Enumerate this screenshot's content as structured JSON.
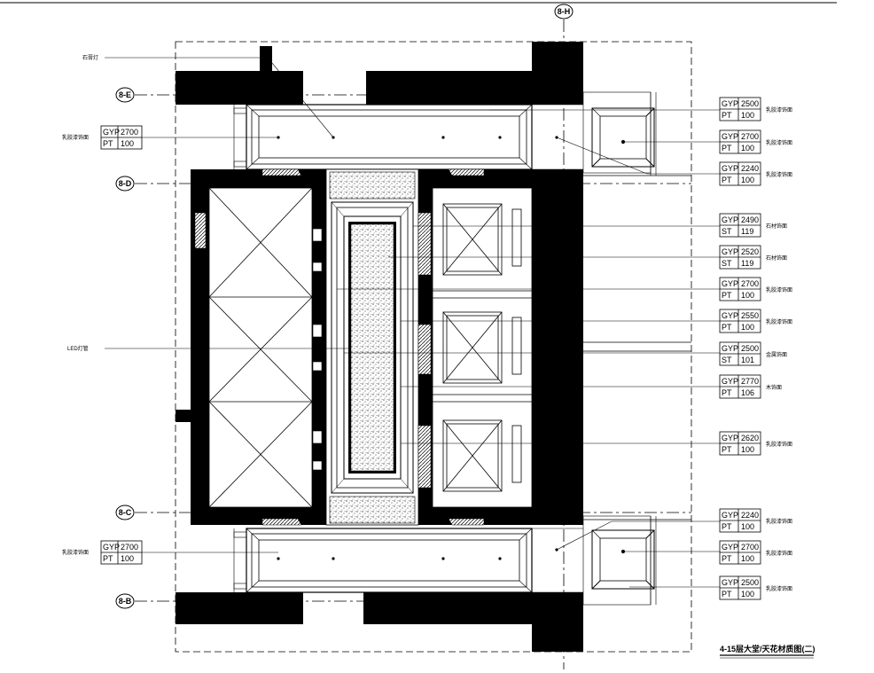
{
  "drawing": {
    "title": "4-15层大堂/天花材质图(二)",
    "grid_top": "8-H",
    "grids_left": [
      {
        "id": "gl-e",
        "label": "8-E"
      },
      {
        "id": "gl-d",
        "label": "8-D"
      },
      {
        "id": "gl-c",
        "label": "8-C"
      },
      {
        "id": "gl-b",
        "label": "8-B"
      }
    ],
    "left_notes": {
      "top": "石膏灯",
      "mid": "LED灯管",
      "upper_tag_note": "乳胶漆饰面",
      "lower_tag_note": "乳胶漆饰面"
    },
    "left_tags": [
      {
        "id": "lt1",
        "code1": "GYP",
        "val1": "2700",
        "code2": "PT",
        "val2": "100"
      },
      {
        "id": "lt2",
        "code1": "GYP",
        "val1": "2700",
        "code2": "PT",
        "val2": "100"
      }
    ],
    "right_tags": [
      {
        "id": "rt1",
        "code1": "GYP",
        "val1": "2500",
        "code2": "PT",
        "val2": "100",
        "note": "乳胶漆饰面"
      },
      {
        "id": "rt2",
        "code1": "GYP",
        "val1": "2700",
        "code2": "PT",
        "val2": "100",
        "note": "乳胶漆饰面"
      },
      {
        "id": "rt3",
        "code1": "GYP",
        "val1": "2240",
        "code2": "PT",
        "val2": "100",
        "note": "乳胶漆饰面"
      },
      {
        "id": "rt4",
        "code1": "GYP",
        "val1": "2490",
        "code2": "ST",
        "val2": "119",
        "note": "石材饰面"
      },
      {
        "id": "rt5",
        "code1": "GYP",
        "val1": "2520",
        "code2": "ST",
        "val2": "119",
        "note": "石材饰面"
      },
      {
        "id": "rt6",
        "code1": "GYP",
        "val1": "2700",
        "code2": "PT",
        "val2": "100",
        "note": "乳胶漆饰面"
      },
      {
        "id": "rt7",
        "code1": "GYP",
        "val1": "2550",
        "code2": "PT",
        "val2": "100",
        "note": "乳胶漆饰面"
      },
      {
        "id": "rt8",
        "code1": "GYP",
        "val1": "2500",
        "code2": "ST",
        "val2": "101",
        "note": "金属饰面"
      },
      {
        "id": "rt9",
        "code1": "GYP",
        "val1": "2770",
        "code2": "PT",
        "val2": "106",
        "note": "木饰面"
      },
      {
        "id": "rt10",
        "code1": "GYP",
        "val1": "2620",
        "code2": "PT",
        "val2": "100",
        "note": "乳胶漆饰面"
      },
      {
        "id": "rt11",
        "code1": "GYP",
        "val1": "2240",
        "code2": "PT",
        "val2": "100",
        "note": "乳胶漆饰面"
      },
      {
        "id": "rt12",
        "code1": "GYP",
        "val1": "2700",
        "code2": "PT",
        "val2": "100",
        "note": "乳胶漆饰面"
      },
      {
        "id": "rt13",
        "code1": "GYP",
        "val1": "2500",
        "code2": "PT",
        "val2": "100",
        "note": "乳胶漆饰面"
      }
    ]
  }
}
